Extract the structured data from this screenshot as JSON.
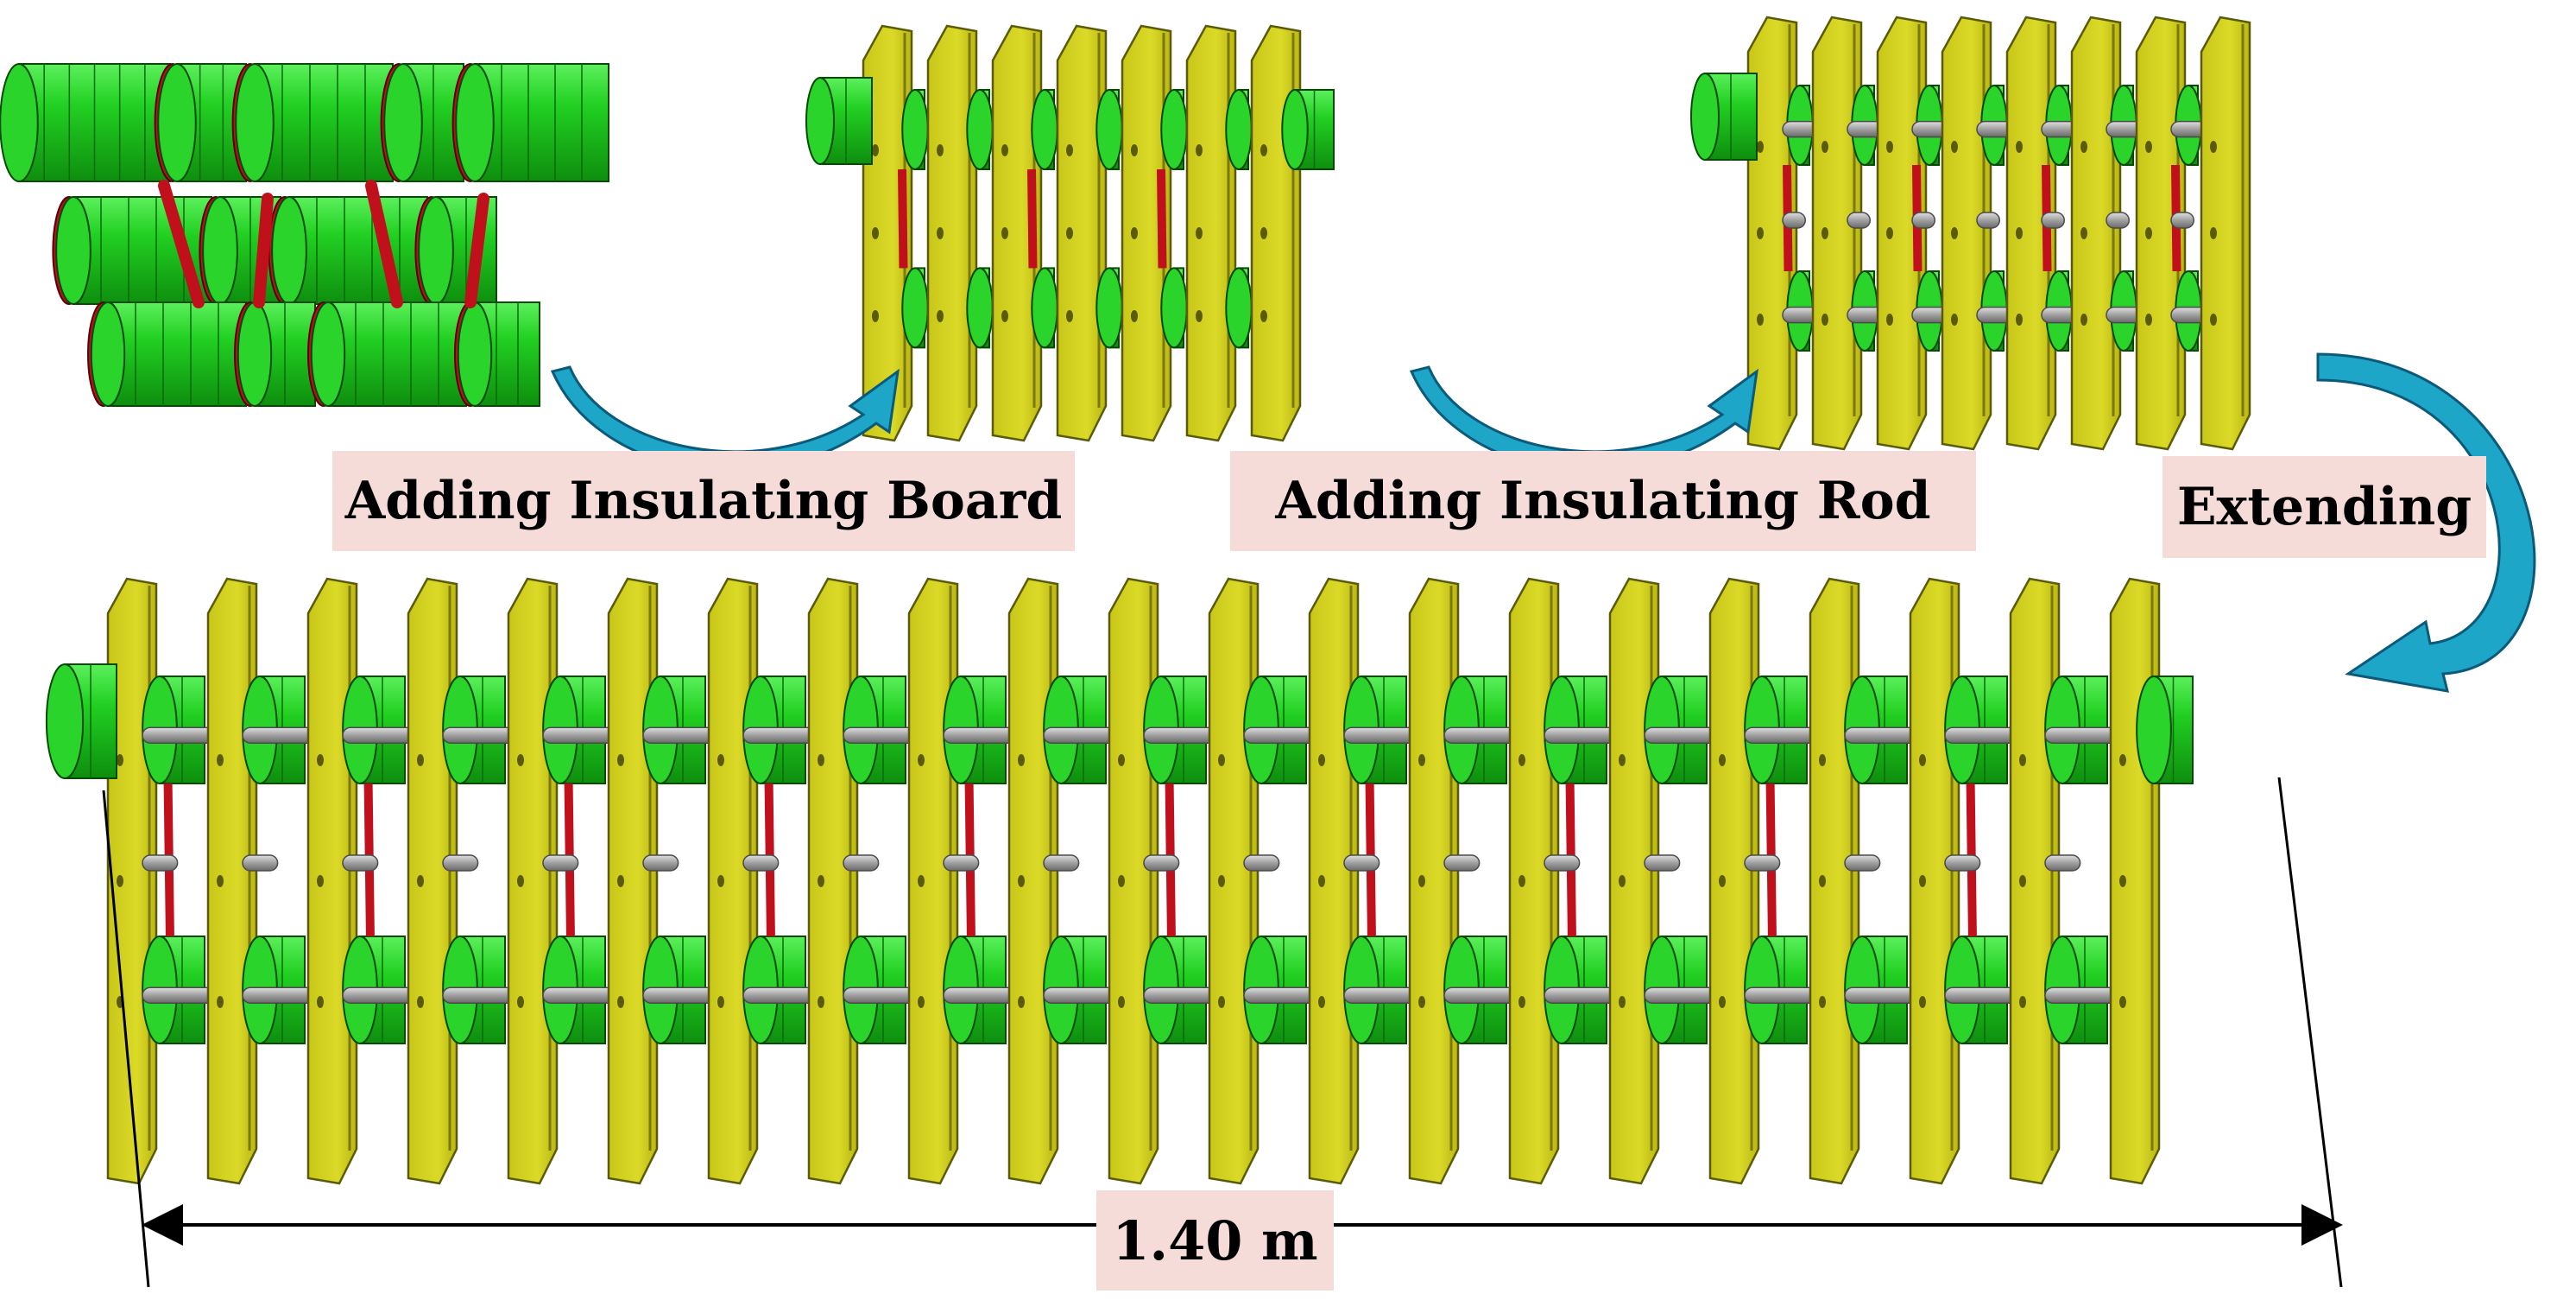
{
  "labels": {
    "step1": "Adding Insulating Board",
    "step2": "Adding Insulating Rod",
    "step3": "Extending",
    "dimension": "1.40 m"
  },
  "colors": {
    "coil_green": "#1fc81f",
    "coil_dark": "#0a8c0a",
    "link_red": "#c0101c",
    "board_yellow": "#d4d21c",
    "board_edge": "#8a8a10",
    "rod_gray": "#a8a8a8",
    "arrow_teal": "#1ea6c8",
    "label_bg": "#f6dcd8"
  },
  "stages": {
    "stage1_plates": 0,
    "stage2_plates": 7,
    "stage3_plates": 8,
    "stage4_plates": 21
  }
}
